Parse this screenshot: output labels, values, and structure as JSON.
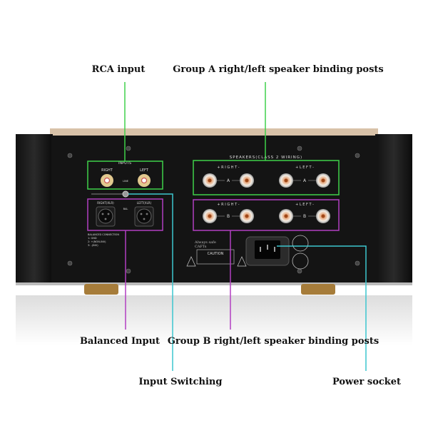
{
  "labels": {
    "rca_input": "RCA input",
    "group_a": "Group A right/left speaker binding posts",
    "balanced_input": "Balanced Input",
    "group_b": "Group B right/left speaker binding posts",
    "input_switching": "Input Switching",
    "power_socket": "Power socket"
  },
  "panel": {
    "inputs": "INPUTS",
    "right": "RIGHT",
    "left": "LEFT",
    "line": "LINE",
    "bal": "BAL",
    "xlr_right": "RIGHT(XLR)",
    "xlr_left": "LEFT(XLR)",
    "balanced_connection": "BALANCED CONNECTION",
    "pin1": "1: GND",
    "pin2": "2: +(NON-INV)",
    "pin3": "3: -(INV)",
    "speakers": "SPEAKERS(CLASS 2 WIRING)",
    "spk_right": "+  R I G H T  -",
    "spk_left": "+  L E F T  -",
    "a": "A",
    "b": "B",
    "always_safe": "Always safe",
    "cafts": "CAFTs",
    "caution": "CAUTION"
  },
  "colors": {
    "green": "#3fd14a",
    "purple": "#b23fc2",
    "cyan": "#3cc6cf"
  }
}
